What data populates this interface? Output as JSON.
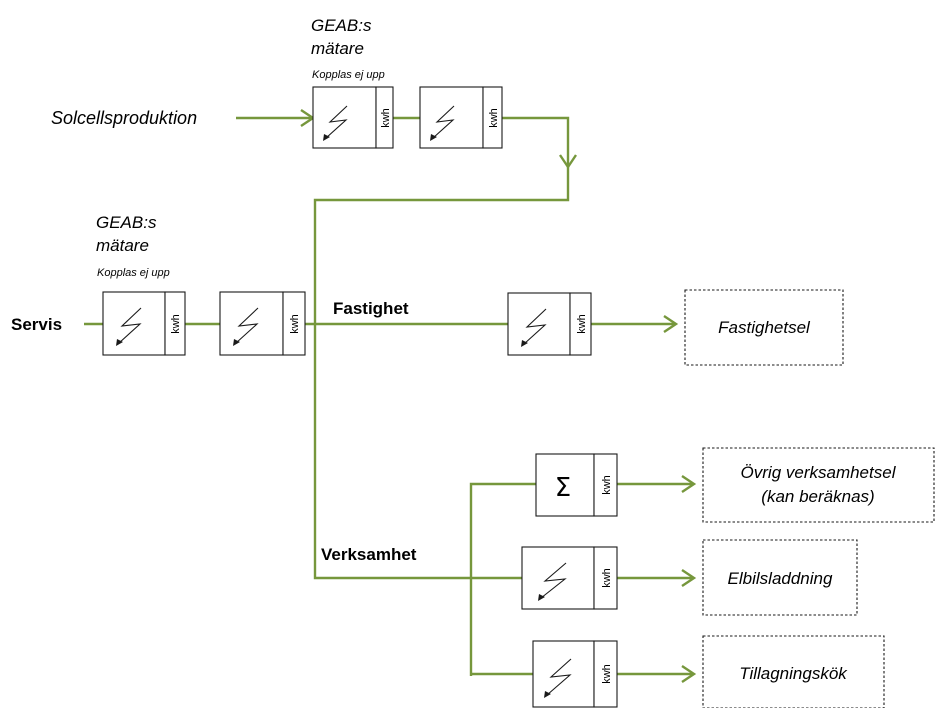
{
  "labels": {
    "solar_source": "Solcellsproduktion",
    "service_source": "Servis",
    "meter_group_top": {
      "line1": "GEAB:s",
      "line2": "mätare",
      "note": "Kopplas ej upp"
    },
    "meter_group_left": {
      "line1": "GEAB:s",
      "line2": "mätare",
      "note": "Kopplas ej upp"
    },
    "branch_property": "Fastighet",
    "branch_business": "Verksamhet"
  },
  "meter_unit": "kwh",
  "meter_icons": {
    "standard": "lightning-arrow-icon",
    "calculated": "sigma-icon"
  },
  "calc_symbol": "Σ",
  "destinations": {
    "property": "Fastighetsel",
    "other_business": {
      "line1": "Övrig verksamhetsel",
      "line2": "(kan beräknas)"
    },
    "ev_charging": "Elbilsladdning",
    "kitchen": "Tillagningskök"
  },
  "colors": {
    "flow_line": "#76973c",
    "outline": "#1a1a1a"
  }
}
